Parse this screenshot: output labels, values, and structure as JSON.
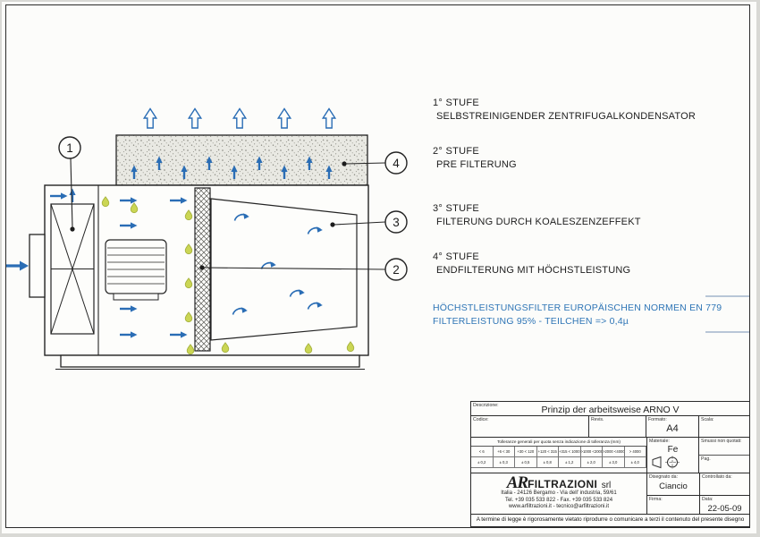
{
  "colors": {
    "airflow_blue": "#2a6db5",
    "highlight_blue": "#2e75b6",
    "droplet_yellow": "#cbd654",
    "line_black": "#242424"
  },
  "callouts": {
    "c1": "1",
    "c2": "2",
    "c3": "3",
    "c4": "4"
  },
  "stages": [
    {
      "num": "1° STUFE",
      "desc": "SELBSTREINIGENDER ZENTRIFUGALKONDENSATOR"
    },
    {
      "num": "2° STUFE",
      "desc": "PRE FILTERUNG"
    },
    {
      "num": "3° STUFE",
      "desc": "FILTERUNG DURCH KOALESZENZEFFEKT"
    },
    {
      "num": "4° STUFE",
      "desc": "ENDFILTERUNG MIT HÖCHSTLEISTUNG"
    }
  ],
  "highlight": {
    "line1": "HÖCHSTLEISTUNGSFILTER EUROPÄISCHEN NORMEN EN 779",
    "line2": "FILTERLEISTUNG 95% - TEILCHEN =>  0,4µ"
  },
  "titleblock": {
    "descrizione_label": "Descrizione:",
    "title": "Prinzip der arbeitsweise ARNO V",
    "codice_label": "Codice:",
    "revis_label": "Revis.",
    "formato_label": "Formato:",
    "formato_value": "A4",
    "scala_label": "Scala:",
    "tolerance_title": "Tolleranze generali per quota senza indicazione di tolleranza (mm)",
    "tolerance_ranges": [
      "< 6",
      "+6 < 30",
      "+30 < 120",
      "+120 < 315",
      "+315 < 1000",
      ">1000 <2000",
      ">2000 <4000",
      "> 4000"
    ],
    "tolerance_values": [
      "± 0,2",
      "± 0,3",
      "± 0,5",
      "± 0,8",
      "± 1,2",
      "± 2,0",
      "± 3,0",
      "± 4,0"
    ],
    "materiale_label": "Materiale:",
    "materiale_value": "Fe",
    "smussi_label": "Smussi non quotati:",
    "pag_label": "Pag.",
    "logo_ar": "AR",
    "logo_name": "FILTRAZIONI",
    "logo_suffix": "srl",
    "address": "Italia - 24126 Bergamo - Via dell' industria, 59/61",
    "phone": "Tel. +39 035 533 822 - Fax. +39 035 533 824",
    "web": "www.arfiltrazioni.it - tecnico@arfiltrazioni.it",
    "disegnato_label": "Disegnato da:",
    "disegnato_value": "Ciancio",
    "controllato_label": "Controllato da:",
    "firma_label": "Firma:",
    "data_label": "Data:",
    "data_value": "22-05-09",
    "note": "A termine di legge è rigorosamente vietato riprodurre o comunicare a terzi il contenuto del presente disegno"
  }
}
